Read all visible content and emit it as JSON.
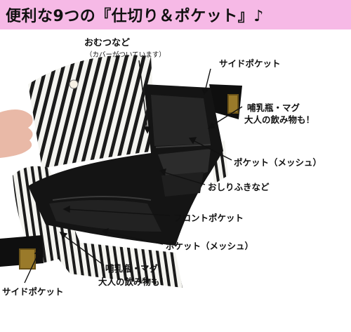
{
  "title": "便利な9つの『仕切り＆ポケット』♪",
  "labels": {
    "diaper": "おむつなど",
    "diaper_note": "（カバーがついています）",
    "side_pocket_top": "サイドポケット",
    "bottle_top_1": "哺乳瓶・マグ",
    "bottle_top_2": "大人の飲み物も！",
    "mesh_pocket_1": "ポケット（メッシュ）",
    "wipes": "おしりふきなど",
    "front_pocket": "フロントポケット",
    "mesh_pocket_2": "ポケット（メッシュ）",
    "bottle_bottom_1": "哺乳瓶・マグ",
    "bottle_bottom_2": "大人の飲み物も！",
    "side_pocket_bottom": "サイドポケット"
  },
  "colors": {
    "banner": "#f6b9e6",
    "bag_black": "#141414",
    "stripe_white": "#f4f4f0",
    "stripe_black": "#1b1b1b"
  }
}
